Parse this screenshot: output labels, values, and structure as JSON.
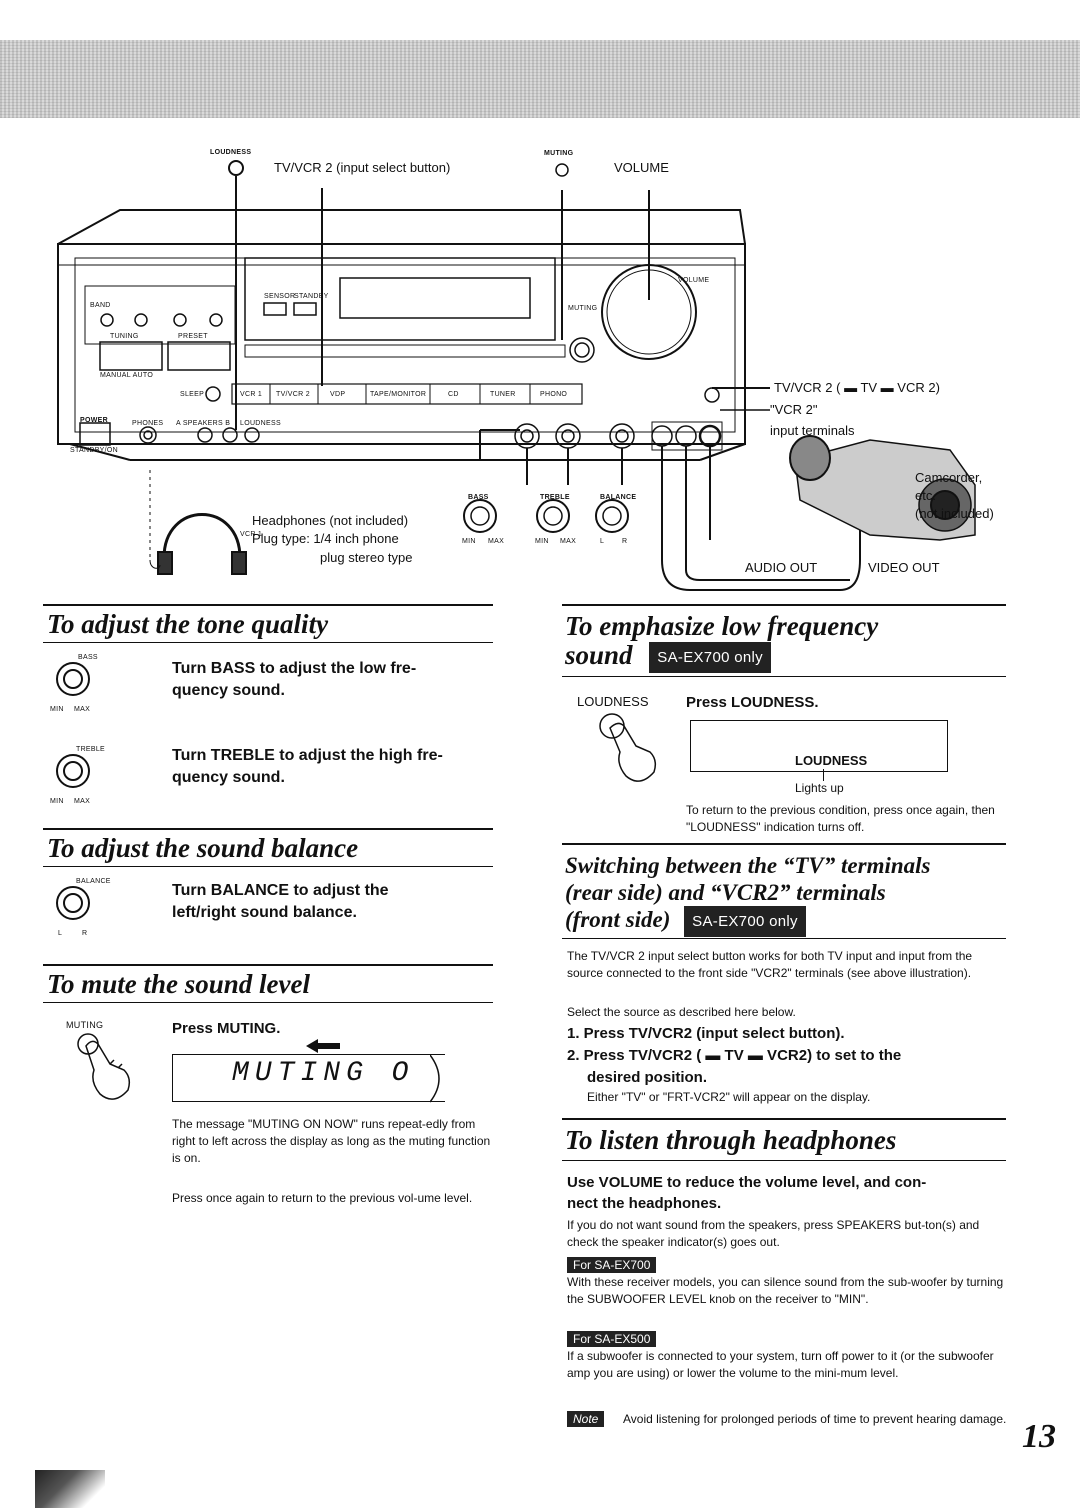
{
  "page": {
    "number": "13"
  },
  "figure": {
    "loudness_label": "LOUDNESS",
    "muting_label": "MUTING",
    "tv_vcr2_button_label": "TV/VCR 2 (input select button)",
    "volume_label": "VOLUME",
    "tv_vcr2_switch_label": "TV/VCR 2 ( ▬ TV ▬ VCR 2)",
    "vcr2_input_label": "\"VCR 2\"",
    "input_terminals_label": "input terminals",
    "camcorder_label": "Camcorder,",
    "camcorder_etc": "etc.",
    "camcorder_not_included": "(not included)",
    "headphones_label": "Headphones (not included)",
    "plug_type_line1": "Plug type: 1/4 inch phone",
    "plug_type_line2": "plug stereo type",
    "audio_out_label": "AUDIO OUT",
    "video_out_label": "VIDEO OUT",
    "knob_bass": "BASS",
    "knob_treble": "TREBLE",
    "knob_balance": "BALANCE",
    "min": "MIN",
    "max": "MAX",
    "l": "L",
    "r": "R",
    "panel": {
      "power": "POWER",
      "standby_on": "STANDBY/ON",
      "phones": "PHONES",
      "speakers": "A SPEAKERS B",
      "loudness": "LOUDNESS",
      "sleep": "SLEEP",
      "band": "BAND",
      "tuning": "TUNING",
      "preset": "PRESET",
      "manual_auto": "MANUAL AUTO",
      "sensor": "SENSOR",
      "standby": "STANDBY",
      "muting": "MUTING",
      "volume": "VOLUME",
      "inputs": [
        "VCR 1",
        "TV/VCR 2",
        "VDP",
        "TAPE/MONITOR",
        "CD",
        "TUNER",
        "PHONO"
      ]
    }
  },
  "tone": {
    "title": "To adjust the tone quality",
    "bass_label": "BASS",
    "bass_instr_line1": "Turn BASS to adjust the low fre-",
    "bass_instr_line2": "quency sound.",
    "treble_label": "TREBLE",
    "treble_instr_line1": "Turn TREBLE to adjust the high fre-",
    "treble_instr_line2": "quency sound.",
    "min": "MIN",
    "max": "MAX"
  },
  "balance": {
    "title": "To adjust the sound balance",
    "knob_label": "BALANCE",
    "instr_line1": "Turn BALANCE to adjust the",
    "instr_line2": "left/right sound balance.",
    "l": "L",
    "r": "R"
  },
  "mute": {
    "title": "To mute the sound level",
    "button_label": "MUTING",
    "instr": "Press MUTING.",
    "display": "MUTING O",
    "body1": "The message \"MUTING ON NOW\" runs repeat-edly from right to left across the display as long as the muting function is on.",
    "body2": "Press once again to return to the previous vol-ume level."
  },
  "low_freq": {
    "title_line1": "To emphasize low frequency",
    "title_line2": "sound",
    "badge": "SA-EX700 only",
    "button_label": "LOUDNESS",
    "instr": "Press LOUDNESS.",
    "display_text": "LOUDNESS",
    "lights_up": "Lights up",
    "body": "To return to the previous condition, press once again, then \"LOUDNESS\" indication turns off."
  },
  "switching": {
    "title_line1": "Switching between the “TV” terminals",
    "title_line2": "(rear side) and “VCR2” terminals",
    "title_line3": "(front side)",
    "badge": "SA-EX700 only",
    "body1": "The TV/VCR 2 input select button works for both TV input and input from the source connected to the front side \"VCR2\" terminals (see above illustration).",
    "body2": "Select the source as described here below.",
    "step1": "1. Press TV/VCR2 (input select button).",
    "step2_line1": "2. Press TV/VCR2 ( ▬ TV ▬ VCR2) to set to the",
    "step2_line2": "desired position.",
    "step_note": "Either \"TV\" or \"FRT-VCR2\" will appear on the display."
  },
  "headphones": {
    "title": "To listen through headphones",
    "instr_line1": "Use VOLUME to reduce the volume level, and con-",
    "instr_line2": "nect the headphones.",
    "body1": "If you do not want sound from the speakers, press SPEAKERS but-ton(s) and check the speaker indicator(s) goes out.",
    "badge_ex700": "For SA-EX700",
    "body_ex700": "With these receiver models, you can silence sound from the sub-woofer by turning the SUBWOOFER LEVEL knob on the receiver to \"MIN\".",
    "badge_ex500": "For SA-EX500",
    "body_ex500": "If a subwoofer is connected to your system, turn off power to it (or the subwoofer amp you are using) or lower the volume to the mini-mum level.",
    "note_badge": "Note",
    "note_text": "Avoid listening for prolonged periods of time to prevent hearing damage."
  }
}
